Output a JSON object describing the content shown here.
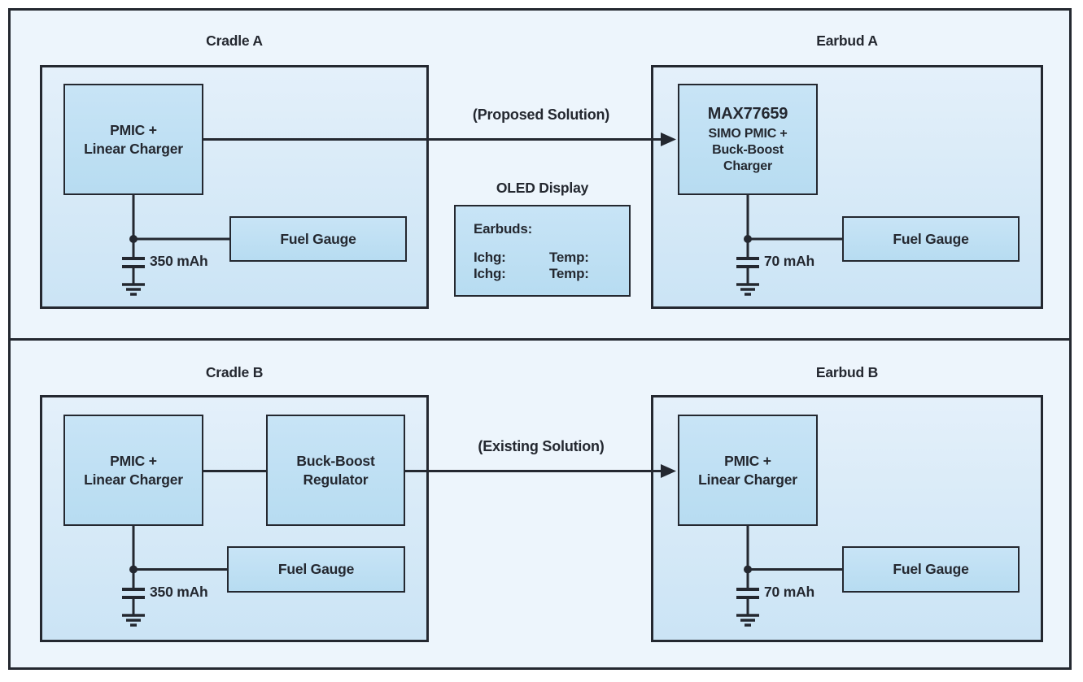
{
  "colors": {
    "border": "#242830",
    "text": "#242830",
    "outer_bg": "#edf5fc",
    "box_top": "#e4f0fa",
    "box_bottom": "#cbe4f5",
    "chip_top": "#c8e4f6",
    "chip_bottom": "#b7dcf1"
  },
  "top_section": {
    "cradle_title": "Cradle A",
    "earbud_title": "Earbud A",
    "solution_note": "(Proposed Solution)",
    "cradle_chip_label": "PMIC +\nLinear Charger",
    "earbud_chip_name": "MAX77659",
    "earbud_chip_desc": "SIMO PMIC +\nBuck-Boost\nCharger",
    "cradle_fuel_gauge_label": "Fuel Gauge",
    "earbud_fuel_gauge_label": "Fuel Gauge",
    "cradle_battery_label": "350 mAh",
    "earbud_battery_label": "70 mAh",
    "oled": {
      "title": "OLED Display",
      "heading": "Earbuds:",
      "rows": [
        {
          "left": "Ichg:",
          "right": "Temp:"
        },
        {
          "left": "Ichg:",
          "right": "Temp:"
        }
      ]
    }
  },
  "bottom_section": {
    "cradle_title": "Cradle B",
    "earbud_title": "Earbud B",
    "solution_note": "(Existing Solution)",
    "cradle_chip_label": "PMIC +\nLinear Charger",
    "cradle_regulator_label": "Buck-Boost\nRegulator",
    "earbud_chip_label": "PMIC +\nLinear Charger",
    "cradle_fuel_gauge_label": "Fuel Gauge",
    "earbud_fuel_gauge_label": "Fuel Gauge",
    "cradle_battery_label": "350 mAh",
    "earbud_battery_label": "70 mAh"
  }
}
